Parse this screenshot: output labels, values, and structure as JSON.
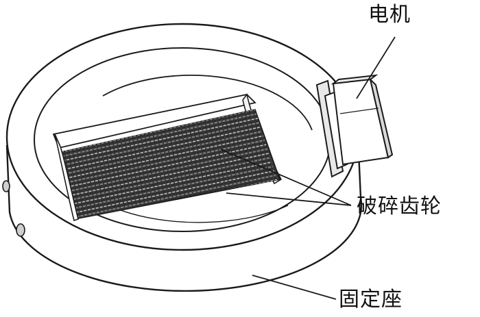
{
  "labels": {
    "motor": "电机",
    "crushing_gears": "破碎齿轮",
    "fixed_base": "固定座"
  },
  "colors": {
    "stroke": "#1a1a1a",
    "paper": "#ffffff",
    "gear_dark": "#2a2a2a",
    "gear_mid": "#8a8a8a",
    "gear_light": "#d0d0d0"
  }
}
